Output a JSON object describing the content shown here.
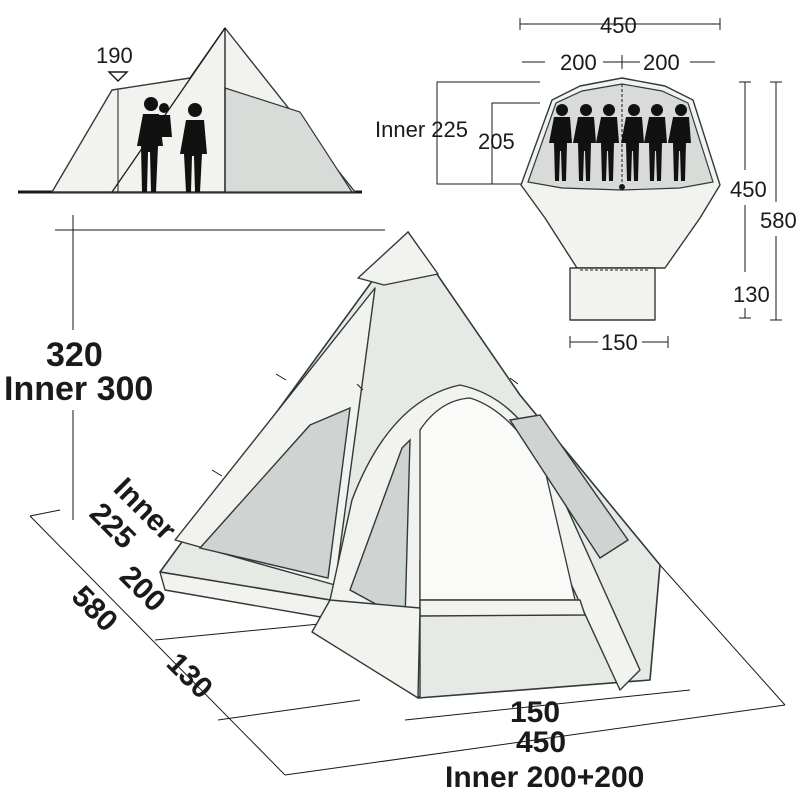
{
  "side_view": {
    "height_label": "190"
  },
  "floor_plan": {
    "top_width_label": "450",
    "half_left_label": "200",
    "half_right_label": "200",
    "inner_length_label": "Inner 225",
    "inner_depth_label": "205",
    "body_length_label": "450",
    "total_length_label": "580",
    "porch_length_label": "130",
    "porch_width_label": "150",
    "sleepers": 6
  },
  "main_view": {
    "height_label": "320",
    "inner_height_label": "Inner 300",
    "inner_diag_label_a": "Inner",
    "inner_diag_label_b": "225",
    "segment_200_label": "200",
    "total_580_label": "580",
    "segment_130_label": "130",
    "front_150_label": "150",
    "front_450_label": "450",
    "inner_width_label": "Inner 200+200"
  }
}
